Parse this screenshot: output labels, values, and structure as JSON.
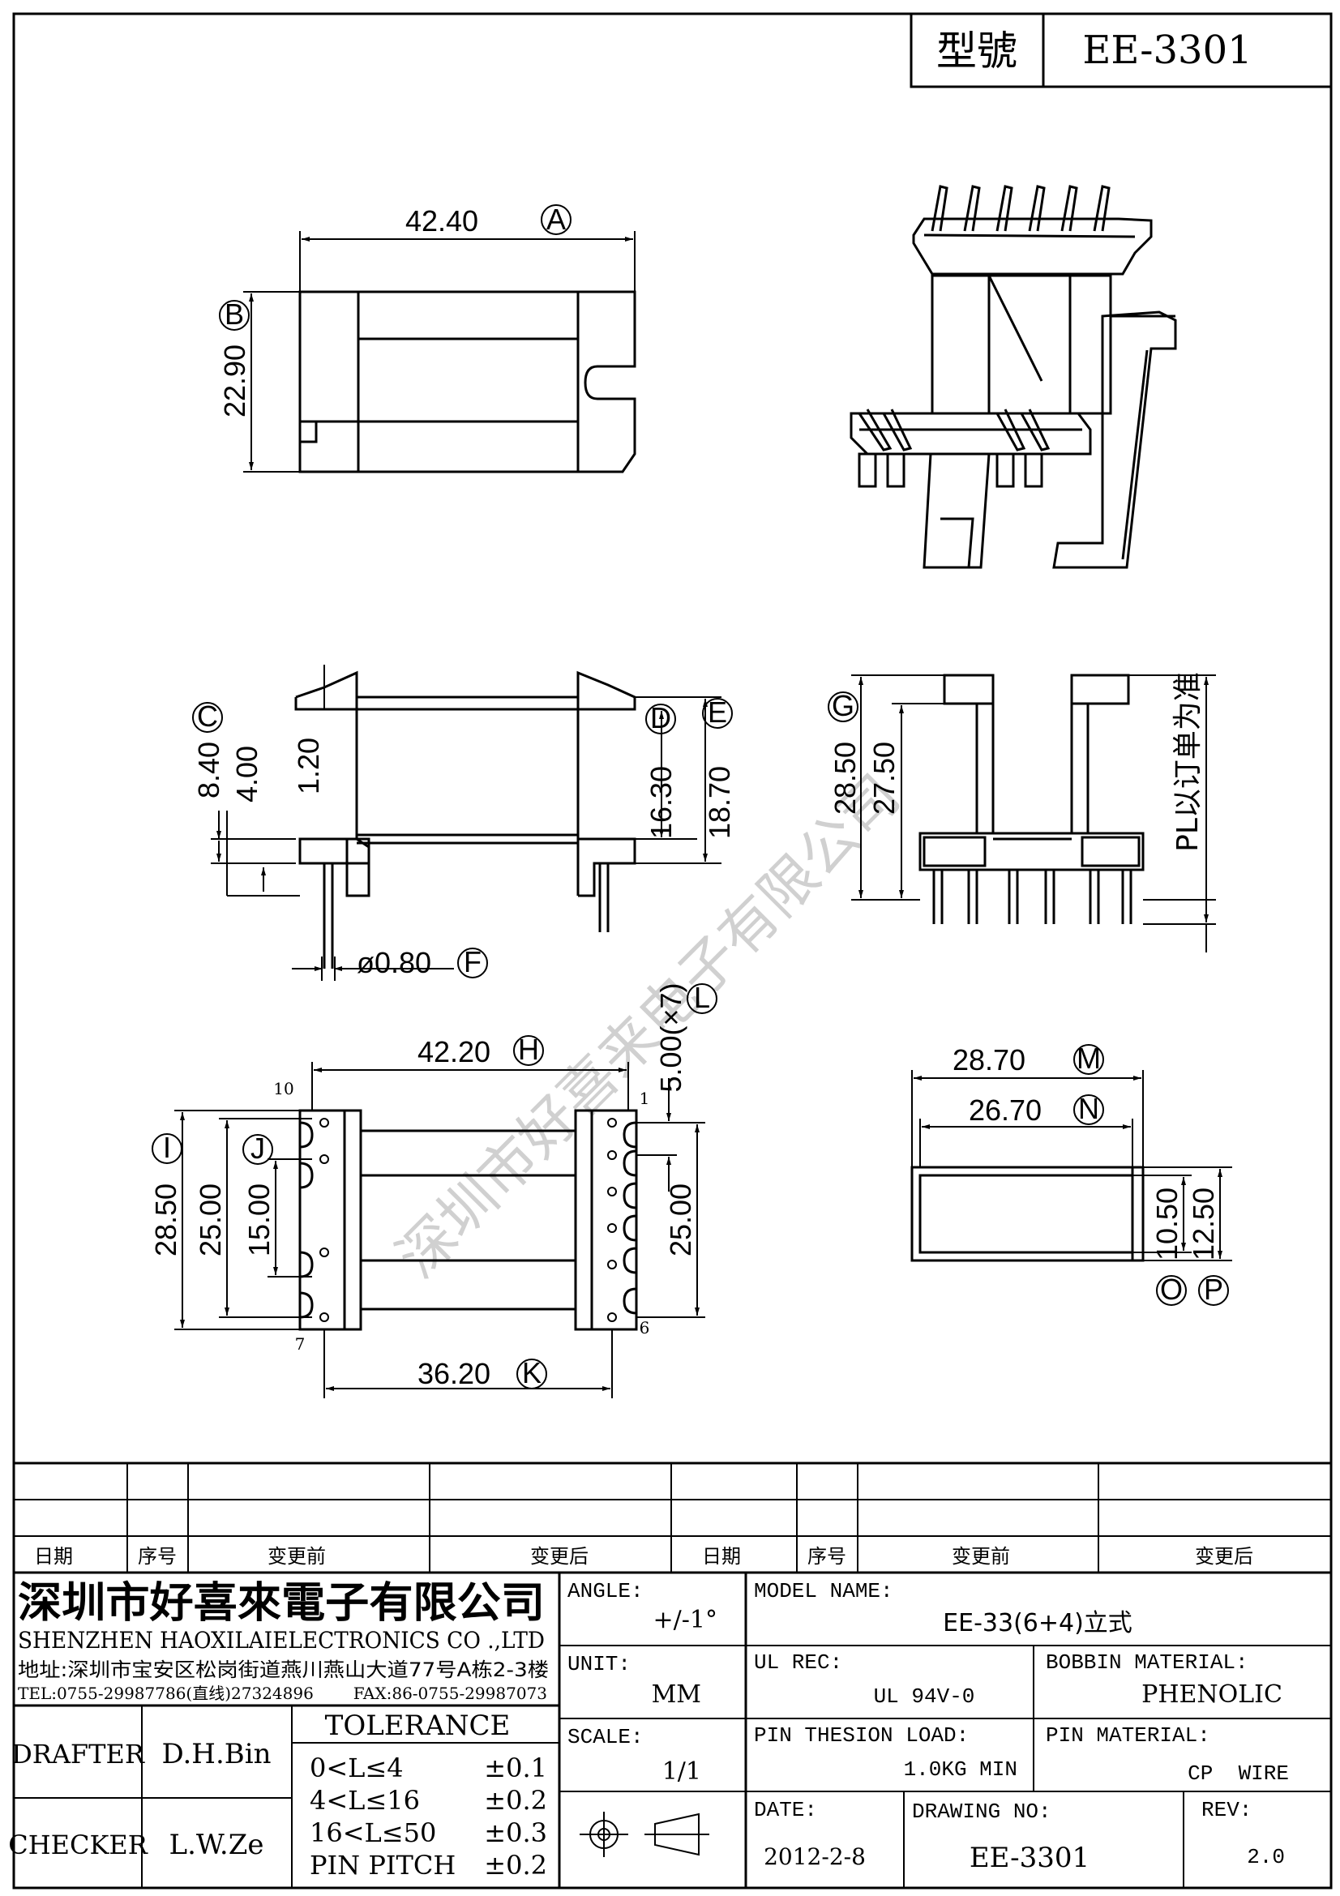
{
  "header": {
    "model_label": "型號",
    "model_value": "EE-3301"
  },
  "dimensions": {
    "A": {
      "letter": "A",
      "value": "42.40"
    },
    "B": {
      "letter": "B",
      "value": "22.90"
    },
    "C": {
      "letter": "C",
      "value": "8.40"
    },
    "C_sub1": "4.00",
    "C_sub2": "1.20",
    "D": {
      "letter": "D",
      "value": "16.30"
    },
    "E": {
      "letter": "E",
      "value": "18.70"
    },
    "F": {
      "letter": "F",
      "value": "ø0.80"
    },
    "G": {
      "letter": "G",
      "value": "28.50"
    },
    "G_sub": "27.50",
    "PL_note": "PL以订单为准",
    "H": {
      "letter": "H",
      "value": "42.20"
    },
    "I": {
      "letter": "I",
      "value": "28.50"
    },
    "I_sub": "25.00",
    "J": {
      "letter": "J",
      "value": "15.00"
    },
    "K": {
      "letter": "K",
      "value": "36.20"
    },
    "L": {
      "letter": "L",
      "value": "5.00(×7)"
    },
    "L_side": "25.00",
    "M": {
      "letter": "M",
      "value": "28.70"
    },
    "N": {
      "letter": "N",
      "value": "26.70"
    },
    "O": {
      "letter": "O",
      "value": "10.50"
    },
    "P": {
      "letter": "P",
      "value": "12.50"
    },
    "pin_10": "10",
    "pin_1": "1",
    "pin_7": "7",
    "pin_6": "6"
  },
  "watermark": "深圳市好喜来电子有限公司",
  "revision_table": {
    "headers": [
      "日期",
      "序号",
      "变更前",
      "变更后",
      "日期",
      "序号",
      "变更前",
      "变更后"
    ]
  },
  "company": {
    "name_cn": "深圳市好喜來電子有限公司",
    "name_en": "SHENZHEN HAOXILAIELECTRONICS CO .,LTD",
    "address": "地址:深圳市宝安区松岗街道燕川燕山大道77号A栋2-3楼",
    "tel": "TEL:0755-29987786(直线)27324896",
    "fax": "FAX:86-0755-29987073"
  },
  "people": {
    "drafter_label": "DRAFTER",
    "drafter_value": "D.H.Bin",
    "checker_label": "CHECKER",
    "checker_value": "L.W.Ze"
  },
  "tolerance": {
    "title": "TOLERANCE",
    "rows": [
      {
        "range": "0<L≤4",
        "value": "±0.1"
      },
      {
        "range": "4<L≤16",
        "value": "±0.2"
      },
      {
        "range": "16<L≤50",
        "value": "±0.3"
      },
      {
        "range": "PIN PITCH",
        "value": "±0.2"
      }
    ]
  },
  "fields": {
    "angle_label": "ANGLE:",
    "angle_value": "+/-1°",
    "unit_label": "UNIT:",
    "unit_value": "MM",
    "scale_label": "SCALE:",
    "scale_value": "1/1",
    "model_name_label": "MODEL NAME:",
    "model_name_value": "EE-33(6+4)立式",
    "ul_rec_label": "UL REC:",
    "ul_rec_value": "UL 94V-0",
    "bobbin_label": "BOBBIN MATERIAL:",
    "bobbin_value": "PHENOLIC",
    "pin_tension_label": "PIN THESION LOAD:",
    "pin_tension_value": "1.0KG MIN",
    "pin_material_label": "PIN MATERIAL:",
    "pin_material_value": "CP  WIRE",
    "date_label": "DATE:",
    "date_value": "2012-2-8",
    "drawing_no_label": "DRAWING NO:",
    "drawing_no_value": "EE-3301",
    "rev_label": "REV:",
    "rev_value": "2.0"
  }
}
